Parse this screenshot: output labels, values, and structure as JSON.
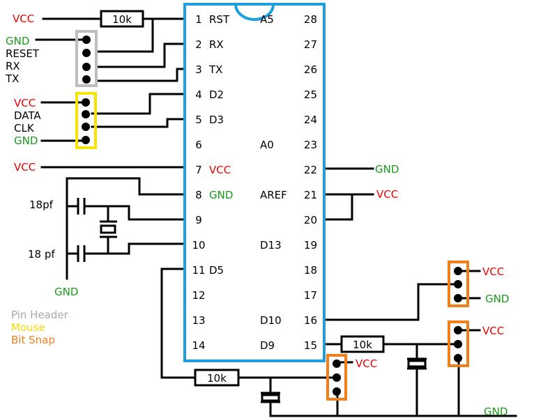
{
  "chip": {
    "left_pins": [
      {
        "num": "1",
        "label": "RST",
        "label_color": "black"
      },
      {
        "num": "2",
        "label": "RX",
        "label_color": "black"
      },
      {
        "num": "3",
        "label": "TX",
        "label_color": "black"
      },
      {
        "num": "4",
        "label": "D2",
        "label_color": "black"
      },
      {
        "num": "5",
        "label": "D3",
        "label_color": "black"
      },
      {
        "num": "6",
        "label": "",
        "label_color": "black"
      },
      {
        "num": "7",
        "label": "VCC",
        "label_color": "red"
      },
      {
        "num": "8",
        "label": "GND",
        "label_color": "green"
      },
      {
        "num": "9",
        "label": "",
        "label_color": "black"
      },
      {
        "num": "10",
        "label": "",
        "label_color": "black"
      },
      {
        "num": "11",
        "label": "D5",
        "label_color": "black"
      },
      {
        "num": "12",
        "label": "",
        "label_color": "black"
      },
      {
        "num": "13",
        "label": "",
        "label_color": "black"
      },
      {
        "num": "14",
        "label": "",
        "label_color": "black"
      }
    ],
    "right_pins": [
      {
        "num": "28",
        "label": "A5"
      },
      {
        "num": "27",
        "label": ""
      },
      {
        "num": "26",
        "label": ""
      },
      {
        "num": "25",
        "label": ""
      },
      {
        "num": "24",
        "label": ""
      },
      {
        "num": "23",
        "label": "A0"
      },
      {
        "num": "22",
        "label": ""
      },
      {
        "num": "21",
        "label": "AREF"
      },
      {
        "num": "20",
        "label": ""
      },
      {
        "num": "19",
        "label": "D13"
      },
      {
        "num": "18",
        "label": ""
      },
      {
        "num": "17",
        "label": ""
      },
      {
        "num": "16",
        "label": "D10"
      },
      {
        "num": "15",
        "label": "D9"
      }
    ],
    "border_color": "#1ea0dc"
  },
  "labels": {
    "vcc": "VCC",
    "gnd": "GND",
    "reset": "RESET",
    "rx": "RX",
    "tx": "TX",
    "data": "DATA",
    "clk": "CLK",
    "cap_top": "18pf",
    "cap_bottom": "18 pf",
    "resistor_top": "10k",
    "resistor_d9": "10k",
    "resistor_bottom": "10k"
  },
  "legend": [
    {
      "label": "Pin Header",
      "color": "#a8a8a8"
    },
    {
      "label": "Mouse",
      "color": "#f5d800"
    },
    {
      "label": "Bit Snap",
      "color": "#f07f1a"
    }
  ],
  "colors": {
    "vcc": "#e60000",
    "gnd": "#1a9a1a",
    "pin_header_box": "#bdbdbd",
    "mouse_box": "#f5e400",
    "bit_snap_box": "#f07f1a"
  }
}
